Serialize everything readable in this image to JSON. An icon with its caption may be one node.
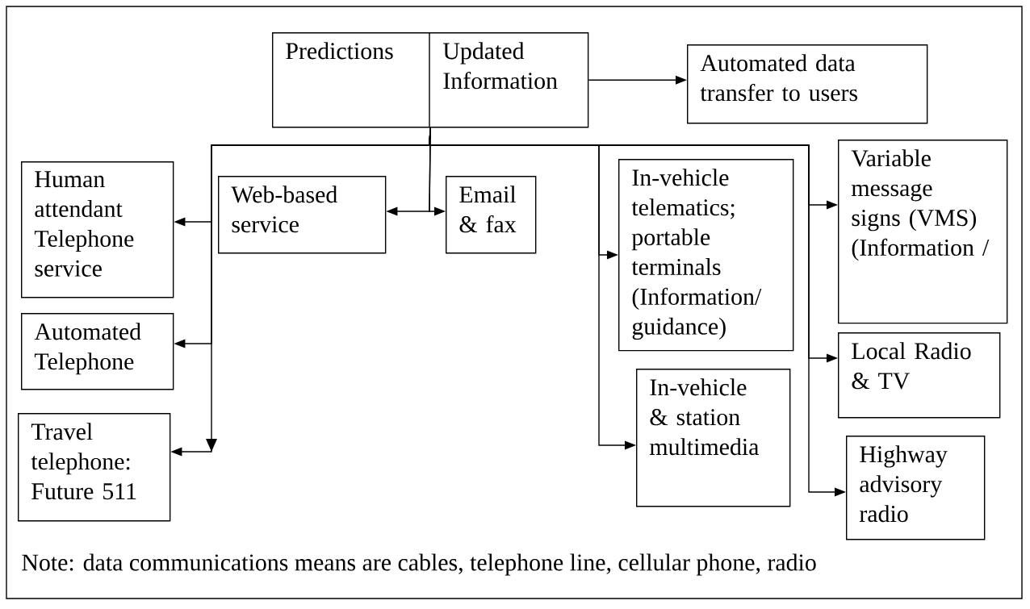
{
  "diagram": {
    "nodes": [
      {
        "text": [
          "Predictions",
          "Updated Information"
        ]
      },
      {
        "text": [
          "Automated data transfer to users"
        ]
      },
      {
        "text": [
          "Human attendant Telephone service"
        ]
      },
      {
        "text": [
          "Web-based service"
        ]
      },
      {
        "text": [
          "Email & fax"
        ]
      },
      {
        "text": [
          "In-vehicle telematics; portable terminals (Information/ guidance)"
        ]
      },
      {
        "text": [
          "Variable message signs (VMS) (Information /"
        ]
      },
      {
        "text": [
          "Automated Telephone"
        ]
      },
      {
        "text": [
          "Local Radio & TV"
        ]
      },
      {
        "text": [
          "Travel telephone: Future 511"
        ]
      },
      {
        "text": [
          "In-vehicle & station multimedia"
        ]
      },
      {
        "text": [
          "Highway advisory radio"
        ]
      }
    ],
    "edges": [
      {
        "from": 0,
        "to": 1,
        "arrow": "to"
      },
      {
        "from": 0,
        "to": 3,
        "arrow": "to"
      },
      {
        "from": 0,
        "to": 4,
        "arrow": "to"
      },
      {
        "from": 0,
        "to": 2,
        "arrow": "to"
      },
      {
        "from": 0,
        "to": 7,
        "arrow": "to"
      },
      {
        "from": 0,
        "to": 9,
        "arrow": "to"
      },
      {
        "from": 0,
        "to": 5,
        "arrow": "to"
      },
      {
        "from": 0,
        "to": 10,
        "arrow": "to"
      },
      {
        "from": 0,
        "to": 6,
        "arrow": "to"
      },
      {
        "from": 0,
        "to": 8,
        "arrow": "to"
      },
      {
        "from": 0,
        "to": 11,
        "arrow": "to"
      }
    ],
    "labels": [
      "Note: data communications means are cables, telephone line, cellular phone, radio"
    ]
  }
}
